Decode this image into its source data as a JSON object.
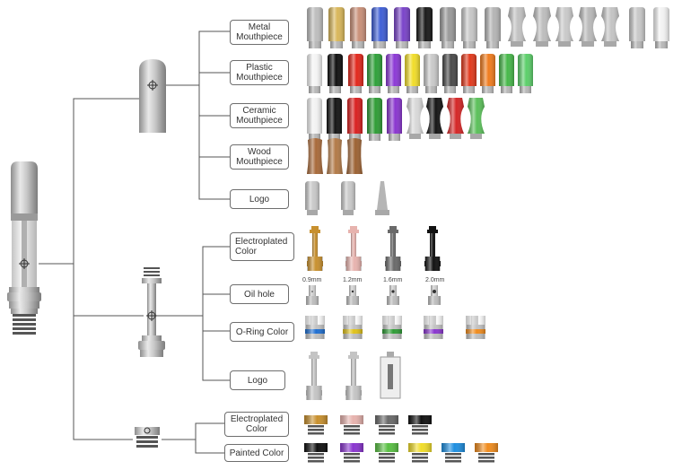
{
  "categories": {
    "metal_mouthpiece": "Metal\nMouthpiece",
    "plastic_mouthpiece": "Plastic\nMouthpiece",
    "ceramic_mouthpiece": "Ceramic\nMouthpiece",
    "wood_mouthpiece": "Wood\nMouthpiece",
    "logo_top": "Logo",
    "electroplated_color": "Electroplated\nColor",
    "oil_hole": "Oil hole",
    "oring_color": "O-Ring Color",
    "logo_middle": "Logo",
    "base_electroplated_color": "Electroplated\nColor",
    "painted_color": "Painted Color"
  },
  "oil_hole_sizes": [
    "0.9mm",
    "1.2mm",
    "1.6mm",
    "2.0mm"
  ],
  "colors": {
    "metal": [
      "#bdbdbd",
      "#d9b75a",
      "#c99079",
      "#3f5fd6",
      "#7a44c9",
      "#1a1a1a",
      "#9a9a9a",
      "#c7c7c7",
      "#b5b5b5",
      "#c2c2c2",
      "#bdbdbd",
      "#c9c9c9",
      "#b9b9b9",
      "#c4c4c4",
      "#c8c8c8",
      "#f2f2f2"
    ],
    "plastic": [
      "#f4f4f4",
      "#111111",
      "#e2281c",
      "#2fa13a",
      "#8c39d6",
      "#f1dd2a",
      "#c9c9c9",
      "#4a4a4a",
      "#e23a1d",
      "#f07c1e",
      "#47b84a",
      "#5ccf6a"
    ],
    "ceramic": [
      "#f2f2f2",
      "#141414",
      "#d92020",
      "#2f9c36",
      "#8a36cf",
      "#d8d8d8",
      "#151515",
      "#d42626",
      "#5bc05a"
    ],
    "wood": [
      "#a86a3a",
      "#b27a47",
      "#9c6233"
    ],
    "electroplated": [
      "#c8902e",
      "#e7b3ae",
      "#6a6a6a",
      "#111111"
    ],
    "oring": [
      "#1f6fd1",
      "#e0c21a",
      "#2f9c36",
      "#8a36cf",
      "#f08c1e"
    ],
    "base_electroplated": [
      "#c8902e",
      "#e7b3ae",
      "#6a6a6a",
      "#111111"
    ],
    "painted": [
      "#111111",
      "#8a36cf",
      "#59c043",
      "#f1dd2a",
      "#1f8fe0",
      "#f08c1e"
    ]
  }
}
